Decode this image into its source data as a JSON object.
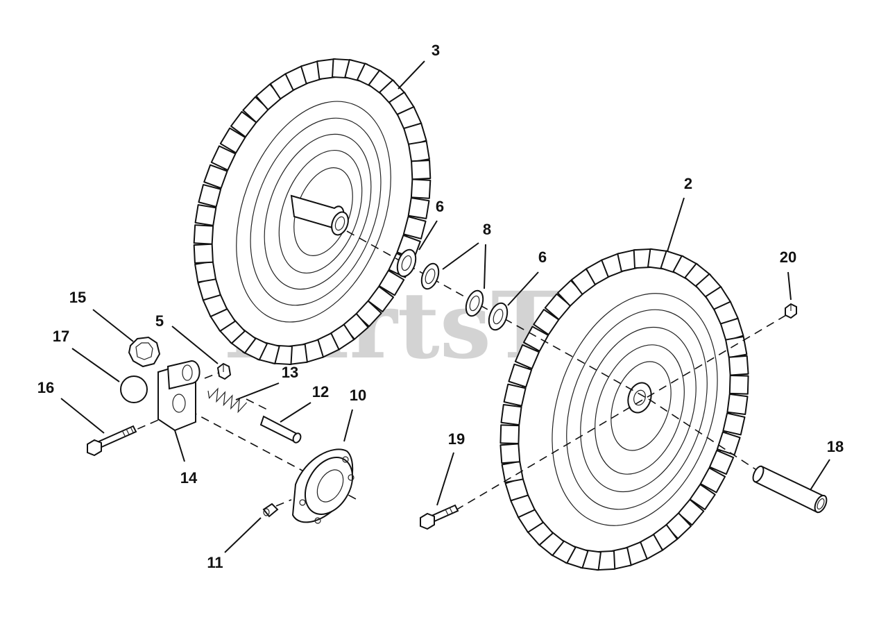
{
  "watermark": "PartsTree",
  "callouts": {
    "c3": "3",
    "c2": "2",
    "c6a": "6",
    "c8": "8",
    "c6b": "6",
    "c20": "20",
    "c15": "15",
    "c5": "5",
    "c17": "17",
    "c13": "13",
    "c16": "16",
    "c12": "12",
    "c10": "10",
    "c14": "14",
    "c11": "11",
    "c19": "19",
    "c18": "18"
  }
}
